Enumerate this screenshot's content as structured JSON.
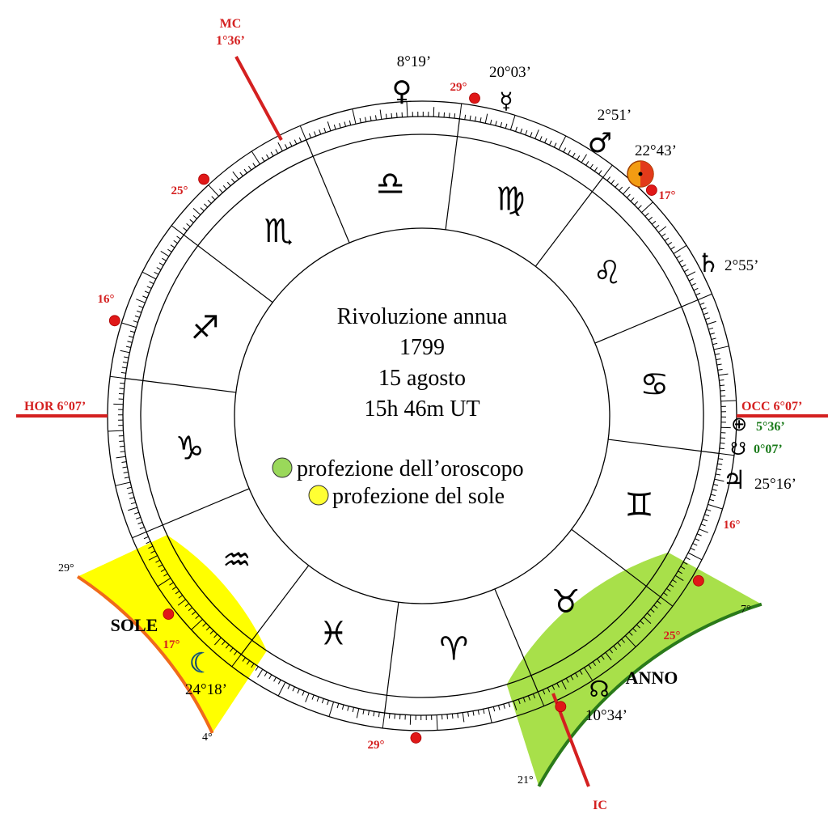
{
  "center": {
    "line1": "Rivoluzione annua",
    "line2": "1799",
    "line3": "15 agosto",
    "line4": "15h 46m UT"
  },
  "legend": [
    {
      "color": "#9ad85a",
      "label": "profezione dell’oroscopo"
    },
    {
      "color": "#ffff33",
      "label": "profezione del sole"
    }
  ],
  "axes": {
    "mc": {
      "name": "MC",
      "value": "1°36’"
    },
    "ic": {
      "name": "IC"
    },
    "hor": {
      "label": "HOR 6°07’"
    },
    "occ": {
      "label": "OCC 6°07’"
    }
  },
  "signs": [
    {
      "name": "Libra",
      "glyph": "♎"
    },
    {
      "name": "Virgo",
      "glyph": "♍"
    },
    {
      "name": "Leo",
      "glyph": "♌"
    },
    {
      "name": "Cancer",
      "glyph": "♋"
    },
    {
      "name": "Gemini",
      "glyph": "♊"
    },
    {
      "name": "Taurus",
      "glyph": "♉"
    },
    {
      "name": "Aries",
      "glyph": "♈"
    },
    {
      "name": "Pisces",
      "glyph": "♓"
    },
    {
      "name": "Aquarius",
      "glyph": "♒"
    },
    {
      "name": "Capricorn",
      "glyph": "♑"
    },
    {
      "name": "Sagittarius",
      "glyph": "♐"
    },
    {
      "name": "Scorpio",
      "glyph": "♏"
    }
  ],
  "planets": [
    {
      "name": "Venus",
      "glyph": "♀",
      "degree": "8°19’",
      "color": "#000000"
    },
    {
      "name": "Mercury",
      "glyph": "☿",
      "degree": "20°03’",
      "color": "#000000"
    },
    {
      "name": "Mars",
      "glyph": "♂",
      "degree": "2°51’",
      "color": "#000000"
    },
    {
      "name": "Sun",
      "glyph": "☉",
      "degree": "22°43’",
      "color": "#f39c12"
    },
    {
      "name": "Saturn",
      "glyph": "♄",
      "degree": "2°55’",
      "color": "#000000"
    },
    {
      "name": "Part of Fortune",
      "glyph": "⊕",
      "degree": "5°36’",
      "color": "#1a7a1a"
    },
    {
      "name": "South Node",
      "glyph": "☋",
      "degree": "0°07’",
      "color": "#1a7a1a"
    },
    {
      "name": "Jupiter",
      "glyph": "♃",
      "degree": "25°16’",
      "color": "#000000"
    },
    {
      "name": "North Node",
      "glyph": "☊",
      "degree": "10°34’",
      "color": "#000000"
    },
    {
      "name": "Moon",
      "glyph": "☾",
      "degree": "24°18’",
      "color": "#5fb8d8"
    }
  ],
  "red_markers": [
    "29°",
    "17°",
    "16°",
    "25°",
    "29°",
    "17°",
    "25°",
    "16°"
  ],
  "sectors": {
    "sole": {
      "label": "SOLE",
      "start": "29°",
      "end": "4°",
      "fill": "#ffff00",
      "edge": "#f06a1a"
    },
    "anno": {
      "label": "ANNO",
      "start": "7°",
      "end": "21°",
      "fill": "#a8e04a",
      "edge": "#2a7a1a"
    }
  }
}
